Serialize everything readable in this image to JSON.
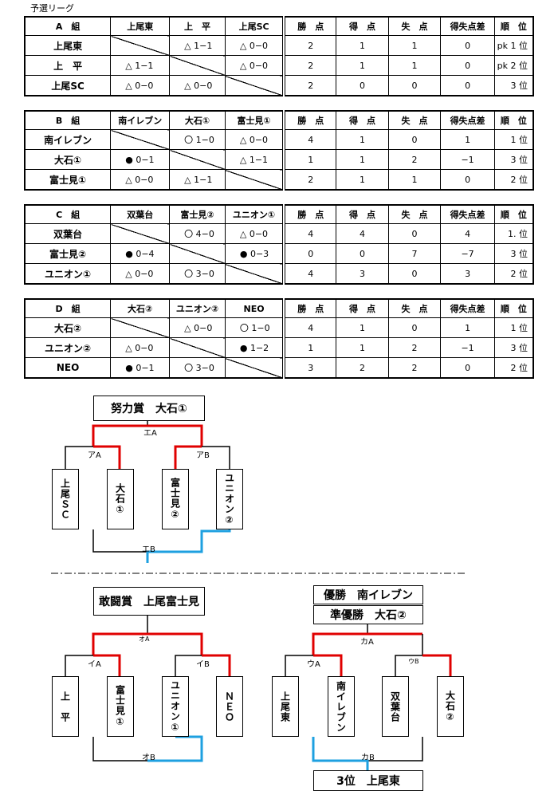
{
  "page_title": "予選リーグ",
  "groups": [
    {
      "label": "A　組",
      "teams": [
        "上尾東",
        "上　平",
        "上尾SC"
      ],
      "stat_headers": [
        "勝　点",
        "得　点",
        "失　点",
        "得失点差",
        "順　位"
      ],
      "rows": [
        {
          "name": "上尾東",
          "results": [
            "",
            "△ 1−1",
            "△ 0−0"
          ],
          "pts": "2",
          "gf": "1",
          "ga": "1",
          "gd": "0",
          "rank": "pk 1 位"
        },
        {
          "name": "上　平",
          "results": [
            "△ 1−1",
            "",
            "△ 0−0"
          ],
          "pts": "2",
          "gf": "1",
          "ga": "1",
          "gd": "0",
          "rank": "pk 2 位"
        },
        {
          "name": "上尾SC",
          "results": [
            "△ 0−0",
            "△ 0−0",
            ""
          ],
          "pts": "2",
          "gf": "0",
          "ga": "0",
          "gd": "0",
          "rank": "3 位"
        }
      ]
    },
    {
      "label": "B　組",
      "teams": [
        "南イレブン",
        "大石①",
        "富士見①"
      ],
      "stat_headers": [
        "勝　点",
        "得　点",
        "失　点",
        "得失点差",
        "順　位"
      ],
      "rows": [
        {
          "name": "南イレブン",
          "results": [
            "",
            "〇 1−0",
            "△ 0−0"
          ],
          "pts": "4",
          "gf": "1",
          "ga": "0",
          "gd": "1",
          "rank": "1 位"
        },
        {
          "name": "大石①",
          "results": [
            "● 0−1",
            "",
            "△ 1−1"
          ],
          "pts": "1",
          "gf": "1",
          "ga": "2",
          "gd": "−1",
          "rank": "3 位"
        },
        {
          "name": "富士見①",
          "results": [
            "△ 0−0",
            "△ 1−1",
            ""
          ],
          "pts": "2",
          "gf": "1",
          "ga": "1",
          "gd": "0",
          "rank": "2 位"
        }
      ]
    },
    {
      "label": "C　組",
      "teams": [
        "双葉台",
        "富士見②",
        "ユニオン①"
      ],
      "stat_headers": [
        "勝　点",
        "得　点",
        "失　点",
        "得失点差",
        "順　位"
      ],
      "rows": [
        {
          "name": "双葉台",
          "results": [
            "",
            "〇 4−0",
            "△ 0−0"
          ],
          "pts": "4",
          "gf": "4",
          "ga": "0",
          "gd": "4",
          "rank": "1. 位"
        },
        {
          "name": "富士見②",
          "results": [
            "● 0−4",
            "",
            "● 0−3"
          ],
          "pts": "0",
          "gf": "0",
          "ga": "7",
          "gd": "−7",
          "rank": "3 位"
        },
        {
          "name": "ユニオン①",
          "results": [
            "△ 0−0",
            "〇 3−0",
            ""
          ],
          "pts": "4",
          "gf": "3",
          "ga": "0",
          "gd": "3",
          "rank": "2 位"
        }
      ]
    },
    {
      "label": "D　組",
      "teams": [
        "大石②",
        "ユニオン②",
        "NEO"
      ],
      "stat_headers": [
        "勝　点",
        "得　点",
        "失　点",
        "得失点差",
        "順　位"
      ],
      "rows": [
        {
          "name": "大石②",
          "results": [
            "",
            "△ 0−0",
            "〇 1−0"
          ],
          "pts": "4",
          "gf": "1",
          "ga": "0",
          "gd": "1",
          "rank": "1 位"
        },
        {
          "name": "ユニオン②",
          "results": [
            "△ 0−0",
            "",
            "● 1−2"
          ],
          "pts": "1",
          "gf": "1",
          "ga": "2",
          "gd": "−1",
          "rank": "3 位"
        },
        {
          "name": "NEO",
          "results": [
            "● 0−1",
            "〇 3−0",
            ""
          ],
          "pts": "3",
          "gf": "2",
          "ga": "2",
          "gd": "0",
          "rank": "2 位"
        }
      ]
    }
  ],
  "bracket1": {
    "award": "努力賞　大石①",
    "teams": [
      "上尾ＳＣ",
      "大石①",
      "富士見②",
      "ユニオン②"
    ],
    "labels": {
      "top": "エA",
      "left": "アA",
      "right": "アB",
      "bottom": "エB"
    }
  },
  "bracket2": {
    "award": "敢闘賞　上尾富士見",
    "teams": [
      "上　平",
      "富士見①",
      "ユニオン①",
      "ＮＥＯ"
    ],
    "labels": {
      "top": "オA",
      "left": "イA",
      "right": "イB",
      "bottom": "オB"
    }
  },
  "bracket3": {
    "winner": "優勝　南イレブン",
    "runner_up": "準優勝　大石②",
    "third": "3位　上尾東",
    "teams": [
      "上尾東",
      "南イレブン",
      "双葉台",
      "大石②"
    ],
    "labels": {
      "top": "カA",
      "left": "ウA",
      "right": "ウB",
      "bottom": "カB"
    }
  },
  "colors": {
    "win_line": "#e00000",
    "third_line": "#1ea0e0"
  }
}
